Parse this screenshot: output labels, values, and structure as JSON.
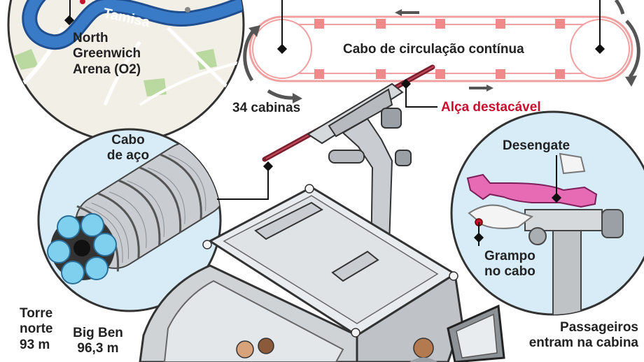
{
  "colors": {
    "accent_red": "#c8102e",
    "cable_pink": "#f0a0a0",
    "river_blue": "#2f6db5",
    "map_bg": "#f2efe6",
    "circle_bg": "#d8ecf8",
    "steel": "#c0c3c6",
    "cabin": "#cfd3d6",
    "clamp_pink": "#e66ab4",
    "strand_cyan": "#7fd0ee",
    "text": "#222222"
  },
  "map": {
    "river_label": "Tamisa",
    "arena_label": [
      "North",
      "Greenwich",
      "Arena (O2)"
    ]
  },
  "cable_loop": {
    "label": "Cabo de circulação contínua"
  },
  "labels": {
    "cabins": "34 cabinas",
    "detachable_grip": "Alça destacável",
    "steel_cable": [
      "Cabo",
      "de aço"
    ],
    "release": "Desengate",
    "grip_on_cable": [
      "Grampo",
      "no cabo"
    ],
    "north_tower": [
      "Torre",
      "norte",
      "93 m"
    ],
    "big_ben": [
      "Big Ben",
      "96,3 m"
    ],
    "passengers_highlight": "Passageiros",
    "passengers_rest": "entram na cabina"
  }
}
